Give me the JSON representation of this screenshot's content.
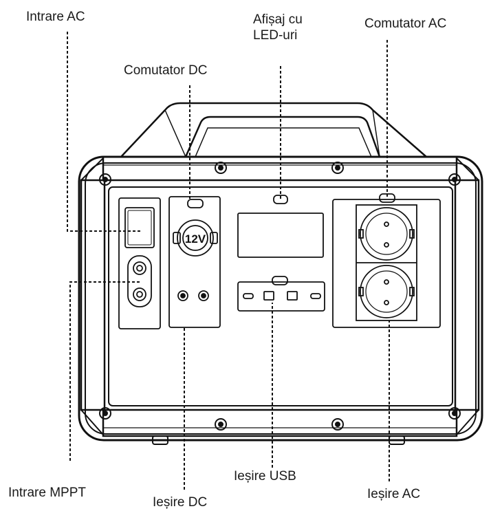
{
  "labels": {
    "ac_input": "Intrare AC",
    "dc_switch": "Comutator DC",
    "led_display": "Afișaj cu\nLED-uri",
    "ac_switch": "Comutator AC",
    "mppt_input": "Intrare MPPT",
    "dc_output": "Ieșire DC",
    "usb_output": "Ieșire USB",
    "ac_output": "Ieșire AC"
  },
  "device": {
    "car_socket_text": "12V"
  },
  "colors": {
    "line": "#111111",
    "background": "#ffffff"
  }
}
